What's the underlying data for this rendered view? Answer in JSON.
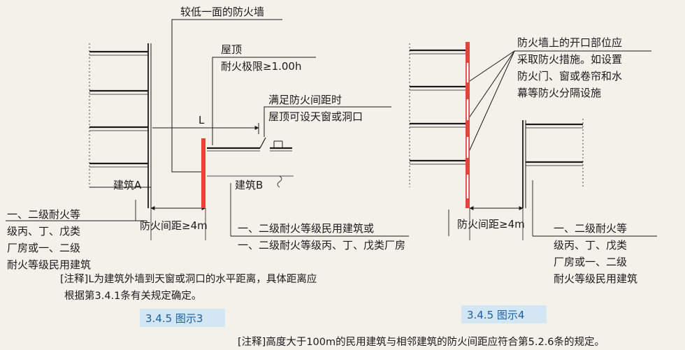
{
  "left": {
    "lower_wall_label": "较低一面的防火墙",
    "roof_label": "屋顶",
    "roof_fire_label": "耐火极限≥1.00h",
    "skylight_line1": "满足防火间距时",
    "skylight_line2": "屋顶可设天窗或洞口",
    "l_label": "L",
    "building_a": "建筑A",
    "building_b": "建筑B",
    "left_lines": [
      "一、二级耐火等",
      "级丙、丁、戊类",
      "厂房或一、二级",
      "耐火等级民用建筑"
    ],
    "distance": "防火间距≥4m",
    "bottom_line1": "一、二级耐火等级民用建筑或",
    "bottom_line2": "一、二级耐火等级丙、丁、戊类厂房",
    "note_line1": "[注释]L为建筑外墙到天窗或洞口的水平距离，具体距离应",
    "note_line2": "根据第3.4.1条有关规定确定。",
    "caption": "3.4.5 图示3"
  },
  "right": {
    "opening_lines": [
      "防火墙上的开口部位应",
      "采取防火措施。如设置",
      "防火门、窗或卷帘和水",
      "幕等防火分隔设施"
    ],
    "distance": "防火间距≥4m",
    "right_lines": [
      "一、二级耐火等",
      "级丙、丁、戊类",
      "厂房或一、二级",
      "耐火等级民用建筑"
    ],
    "caption": "3.4.5 图示4",
    "note": "[注释]高度大于100m的民用建筑与相邻建筑的防火间距应符合第5.2.6条的规定。"
  },
  "colors": {
    "firewall": "#e8413a",
    "caption_bg": "#d3e6f3",
    "caption_text": "#1b5fa0",
    "line": "#1a1a1a"
  }
}
